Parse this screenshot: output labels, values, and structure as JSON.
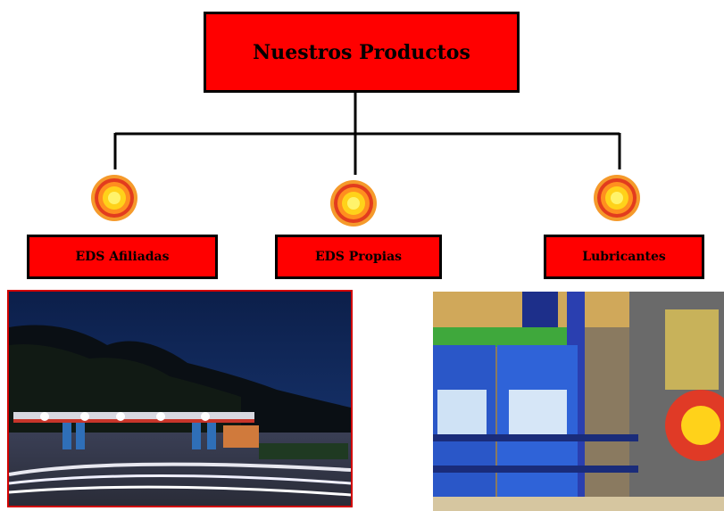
{
  "diagram": {
    "root_label": "Nuestros Productos",
    "children": [
      {
        "label": "EDS Afiliadas"
      },
      {
        "label": "EDS Propias"
      },
      {
        "label": "Lubricantes"
      }
    ]
  },
  "colors": {
    "box_fill": "#ff0000",
    "box_border": "#000000",
    "connector": "#000000",
    "icon_outer": "#e23c1e",
    "icon_inner": "#ffd21a"
  },
  "icons": [
    "sun-logo-icon",
    "sun-logo-icon",
    "sun-logo-icon"
  ],
  "images": [
    "gas-station-night-photo",
    "lubricant-bottles-photo"
  ]
}
